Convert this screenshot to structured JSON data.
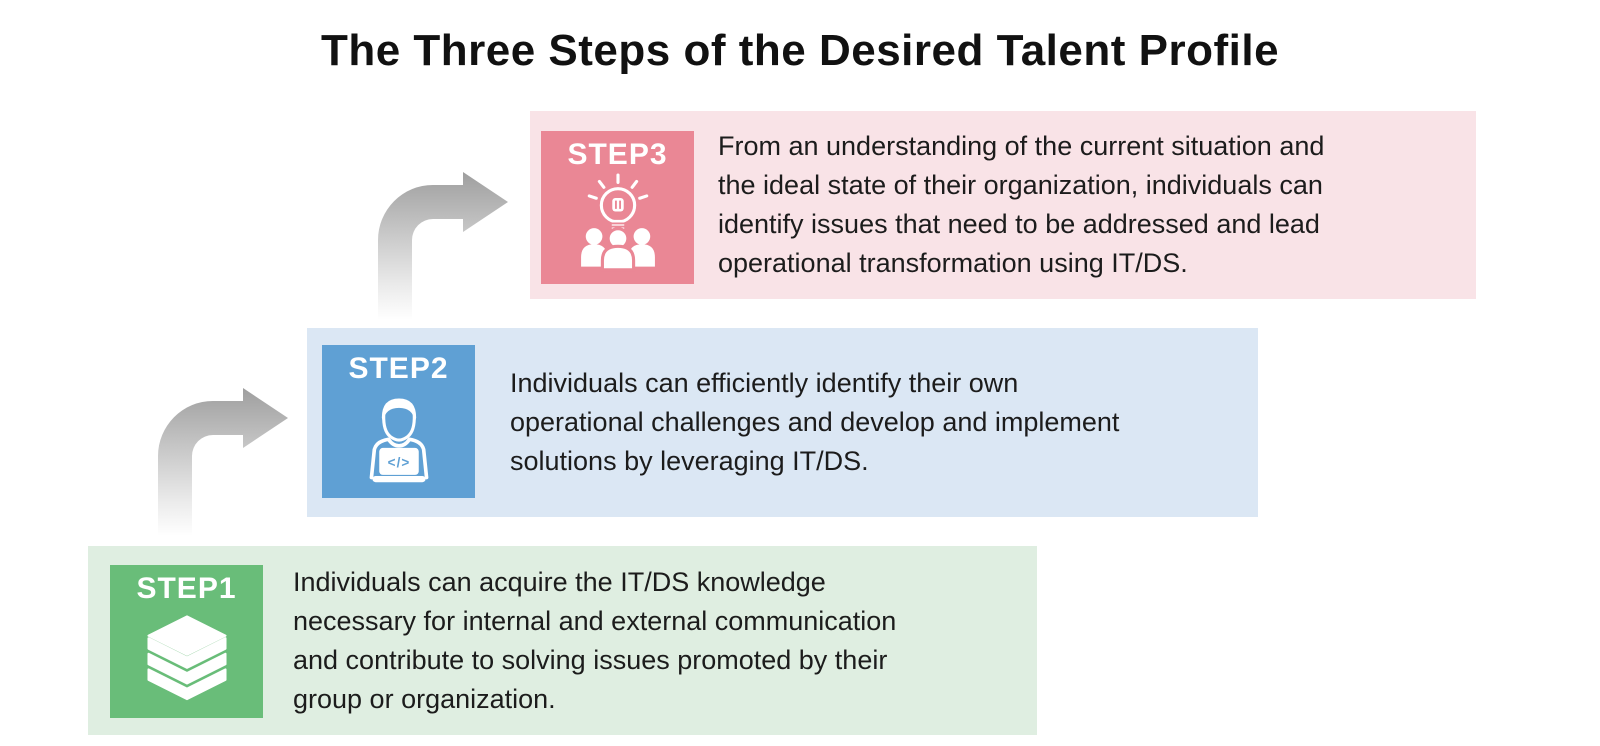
{
  "title": "The Three Steps of the Desired Talent Profile",
  "steps": [
    {
      "id": "STEP1",
      "label": "STEP1",
      "icon": "stacked-layers-icon",
      "square_color": "#69bd79",
      "panel_color": "#dfeee1",
      "description_lines": [
        "Individuals can acquire the IT/DS knowledge",
        "necessary for internal and external communication",
        "and contribute to solving issues promoted by their",
        "group or organization."
      ]
    },
    {
      "id": "STEP2",
      "label": "STEP2",
      "icon": "person-laptop-code-icon",
      "square_color": "#5fa0d4",
      "panel_color": "#dbe7f4",
      "code_glyph": "</>",
      "description_lines": [
        "Individuals can efficiently identify their own",
        "operational challenges and develop and implement",
        "solutions by leveraging IT/DS."
      ]
    },
    {
      "id": "STEP3",
      "label": "STEP3",
      "icon": "lightbulb-people-icon",
      "square_color": "#ea8795",
      "panel_color": "#f9e3e7",
      "description_lines": [
        "From an understanding of the current situation and",
        "the ideal state of their organization, individuals can",
        "identify issues that need to be addressed and lead",
        "operational transformation using IT/DS."
      ]
    }
  ],
  "arrows": {
    "count": 2,
    "shape": "turn-right",
    "gradient_bottom": "#ffffff",
    "gradient_top": "#9d9d9d"
  }
}
